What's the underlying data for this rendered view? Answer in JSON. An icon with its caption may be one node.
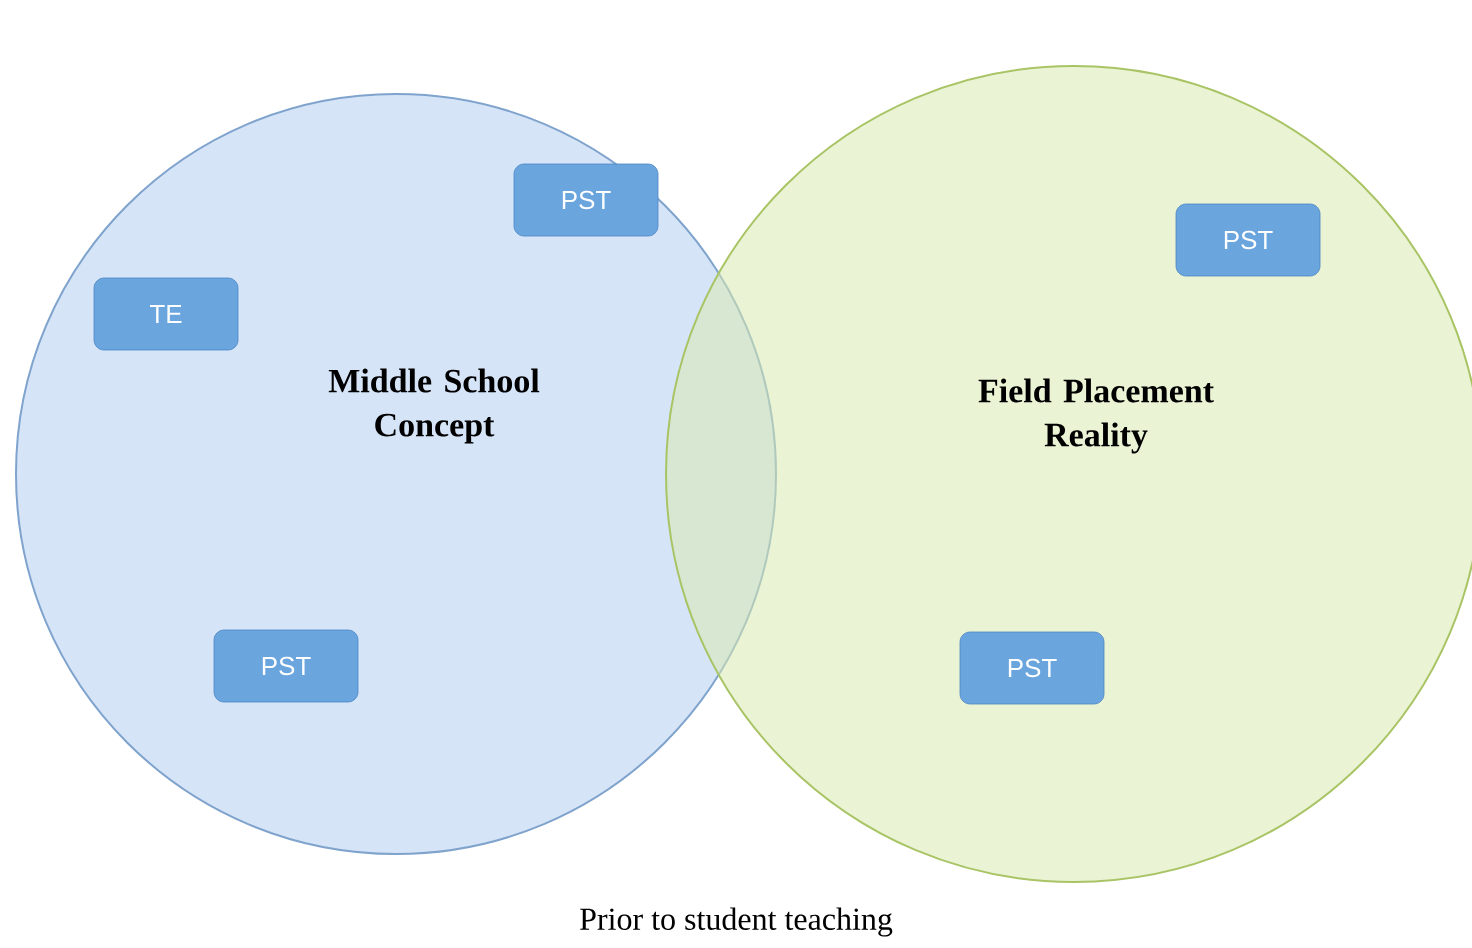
{
  "diagram": {
    "caption": "Prior to student teaching",
    "nodes": [
      {
        "text": [
          "Middle School Concept"
        ]
      },
      {
        "text": [
          "PST"
        ],
        "in": 0
      },
      {
        "text": [
          "TE"
        ],
        "in": 0
      },
      {
        "text": [
          "PST"
        ],
        "in": 0
      },
      {
        "text": [
          "Field Placement Reality"
        ]
      },
      {
        "text": [
          "PST"
        ],
        "in": 4
      },
      {
        "text": [
          "PST"
        ],
        "in": 4
      }
    ]
  }
}
